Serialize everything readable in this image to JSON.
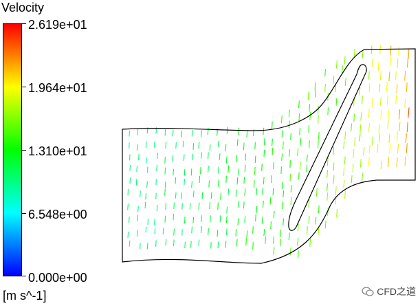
{
  "chart_data": {
    "type": "vector_field",
    "legend_title": "Velocity",
    "units": "[m s^-1]",
    "colorbar": {
      "min": 0.0,
      "max": 26.19,
      "tick_labels": [
        "2.619e+01",
        "1.964e+01",
        "1.310e+01",
        "6.548e+00",
        "0.000e+00"
      ],
      "tick_values": [
        26.19,
        19.64,
        13.1,
        6.548,
        0.0
      ],
      "colormap": [
        "#0000ff",
        "#00ffff",
        "#00ff00",
        "#ffff00",
        "#ff0000"
      ]
    },
    "field": {
      "inlet_speed": 9.5,
      "mid_speed": 13.5,
      "outlet_speed": 22.5,
      "flow_angle_deg": 75
    }
  },
  "watermark": {
    "text": "CFD之道"
  }
}
